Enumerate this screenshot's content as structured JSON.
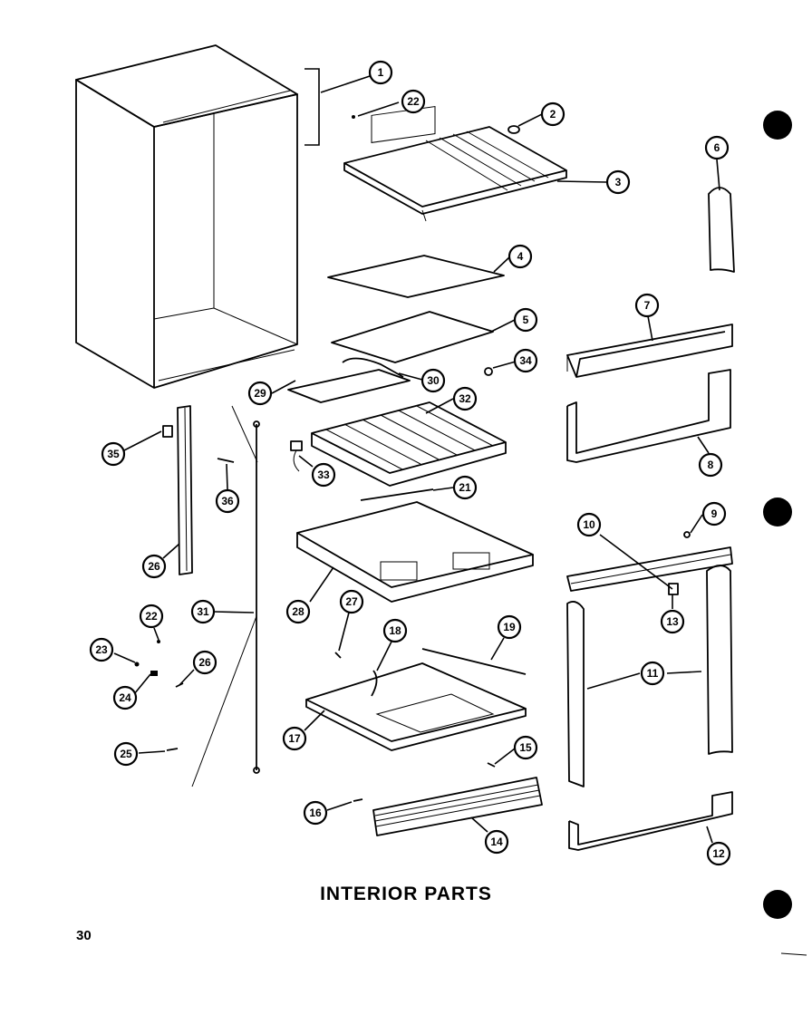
{
  "title": "INTERIOR PARTS",
  "page_number": "30",
  "callouts": [
    "1",
    "22",
    "2",
    "3",
    "6",
    "4",
    "5",
    "34",
    "7",
    "30",
    "29",
    "32",
    "8",
    "35",
    "36",
    "33",
    "21",
    "26",
    "28",
    "9",
    "10",
    "13",
    "27",
    "31",
    "22",
    "18",
    "19",
    "23",
    "26",
    "11",
    "24",
    "17",
    "15",
    "25",
    "16",
    "14",
    "12"
  ]
}
